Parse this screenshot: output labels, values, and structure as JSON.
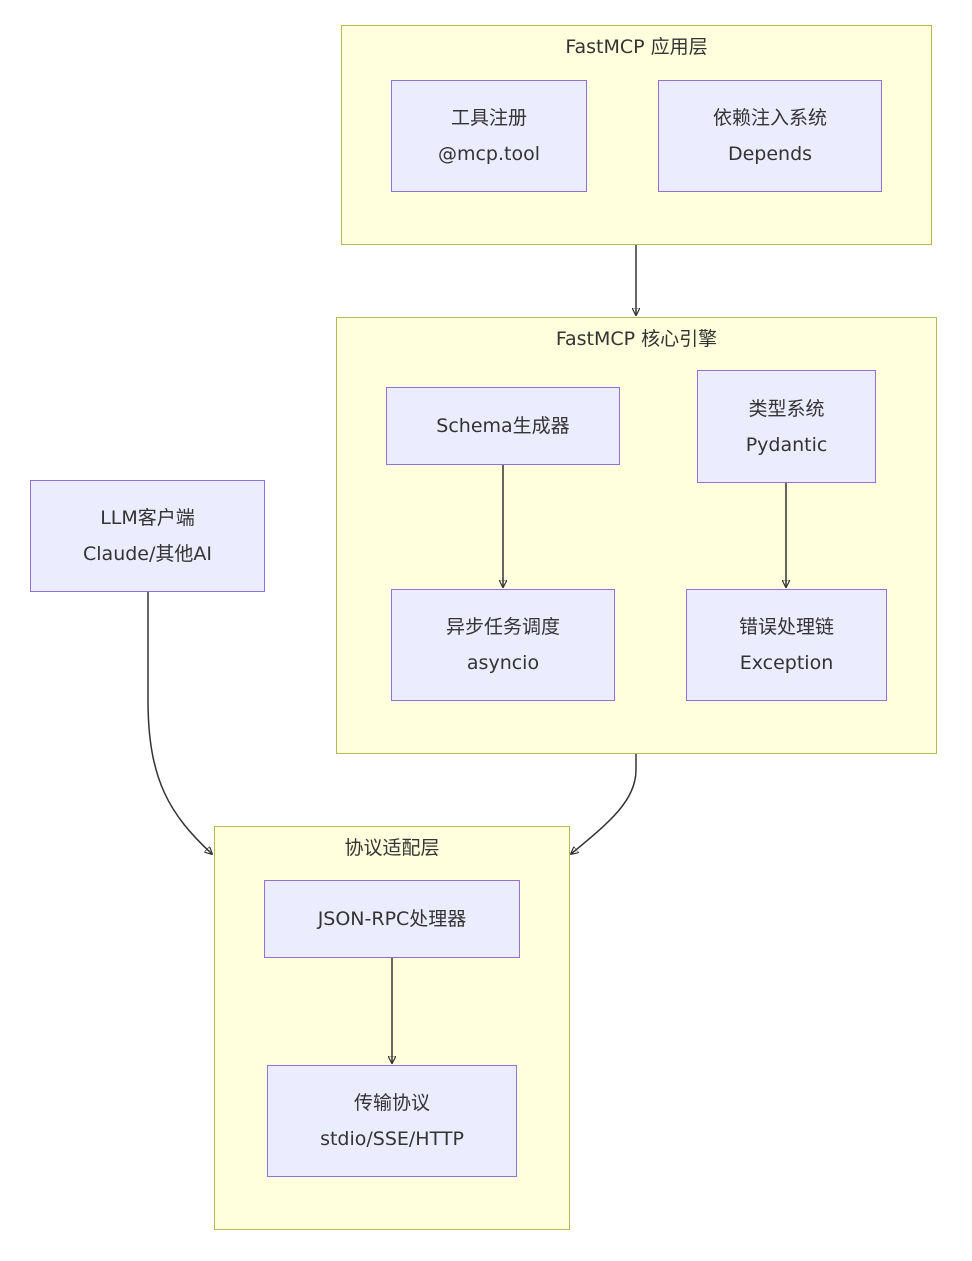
{
  "colors": {
    "cluster_fill": "#ffffde",
    "cluster_border": "#b8b850",
    "node_fill": "#ececff",
    "node_border": "#9370db",
    "edge": "#333333",
    "text": "#333333"
  },
  "clusters": {
    "app_layer": {
      "title": "FastMCP 应用层",
      "nodes": {
        "tool_registry": {
          "line1": "工具注册",
          "line2": "@mcp.tool"
        },
        "dependency_injection": {
          "line1": "依赖注入系统",
          "line2": "Depends"
        }
      }
    },
    "core_engine": {
      "title": "FastMCP 核心引擎",
      "nodes": {
        "schema_generator": {
          "line1": "Schema生成器"
        },
        "type_system": {
          "line1": "类型系统",
          "line2": "Pydantic"
        },
        "async_scheduler": {
          "line1": "异步任务调度",
          "line2": "asyncio"
        },
        "error_chain": {
          "line1": "错误处理链",
          "line2": "Exception"
        }
      }
    },
    "protocol_layer": {
      "title": "协议适配层",
      "nodes": {
        "jsonrpc_handler": {
          "line1": "JSON-RPC处理器"
        },
        "transport": {
          "line1": "传输协议",
          "line2": "stdio/SSE/HTTP"
        }
      }
    }
  },
  "standalone_nodes": {
    "llm_client": {
      "line1": "LLM客户端",
      "line2": "Claude/其他AI"
    }
  },
  "edges": [
    {
      "from": "app_layer",
      "to": "core_engine"
    },
    {
      "from": "schema_generator",
      "to": "async_scheduler"
    },
    {
      "from": "type_system",
      "to": "error_chain"
    },
    {
      "from": "llm_client",
      "to": "protocol_layer"
    },
    {
      "from": "core_engine",
      "to": "protocol_layer"
    },
    {
      "from": "jsonrpc_handler",
      "to": "transport"
    }
  ]
}
